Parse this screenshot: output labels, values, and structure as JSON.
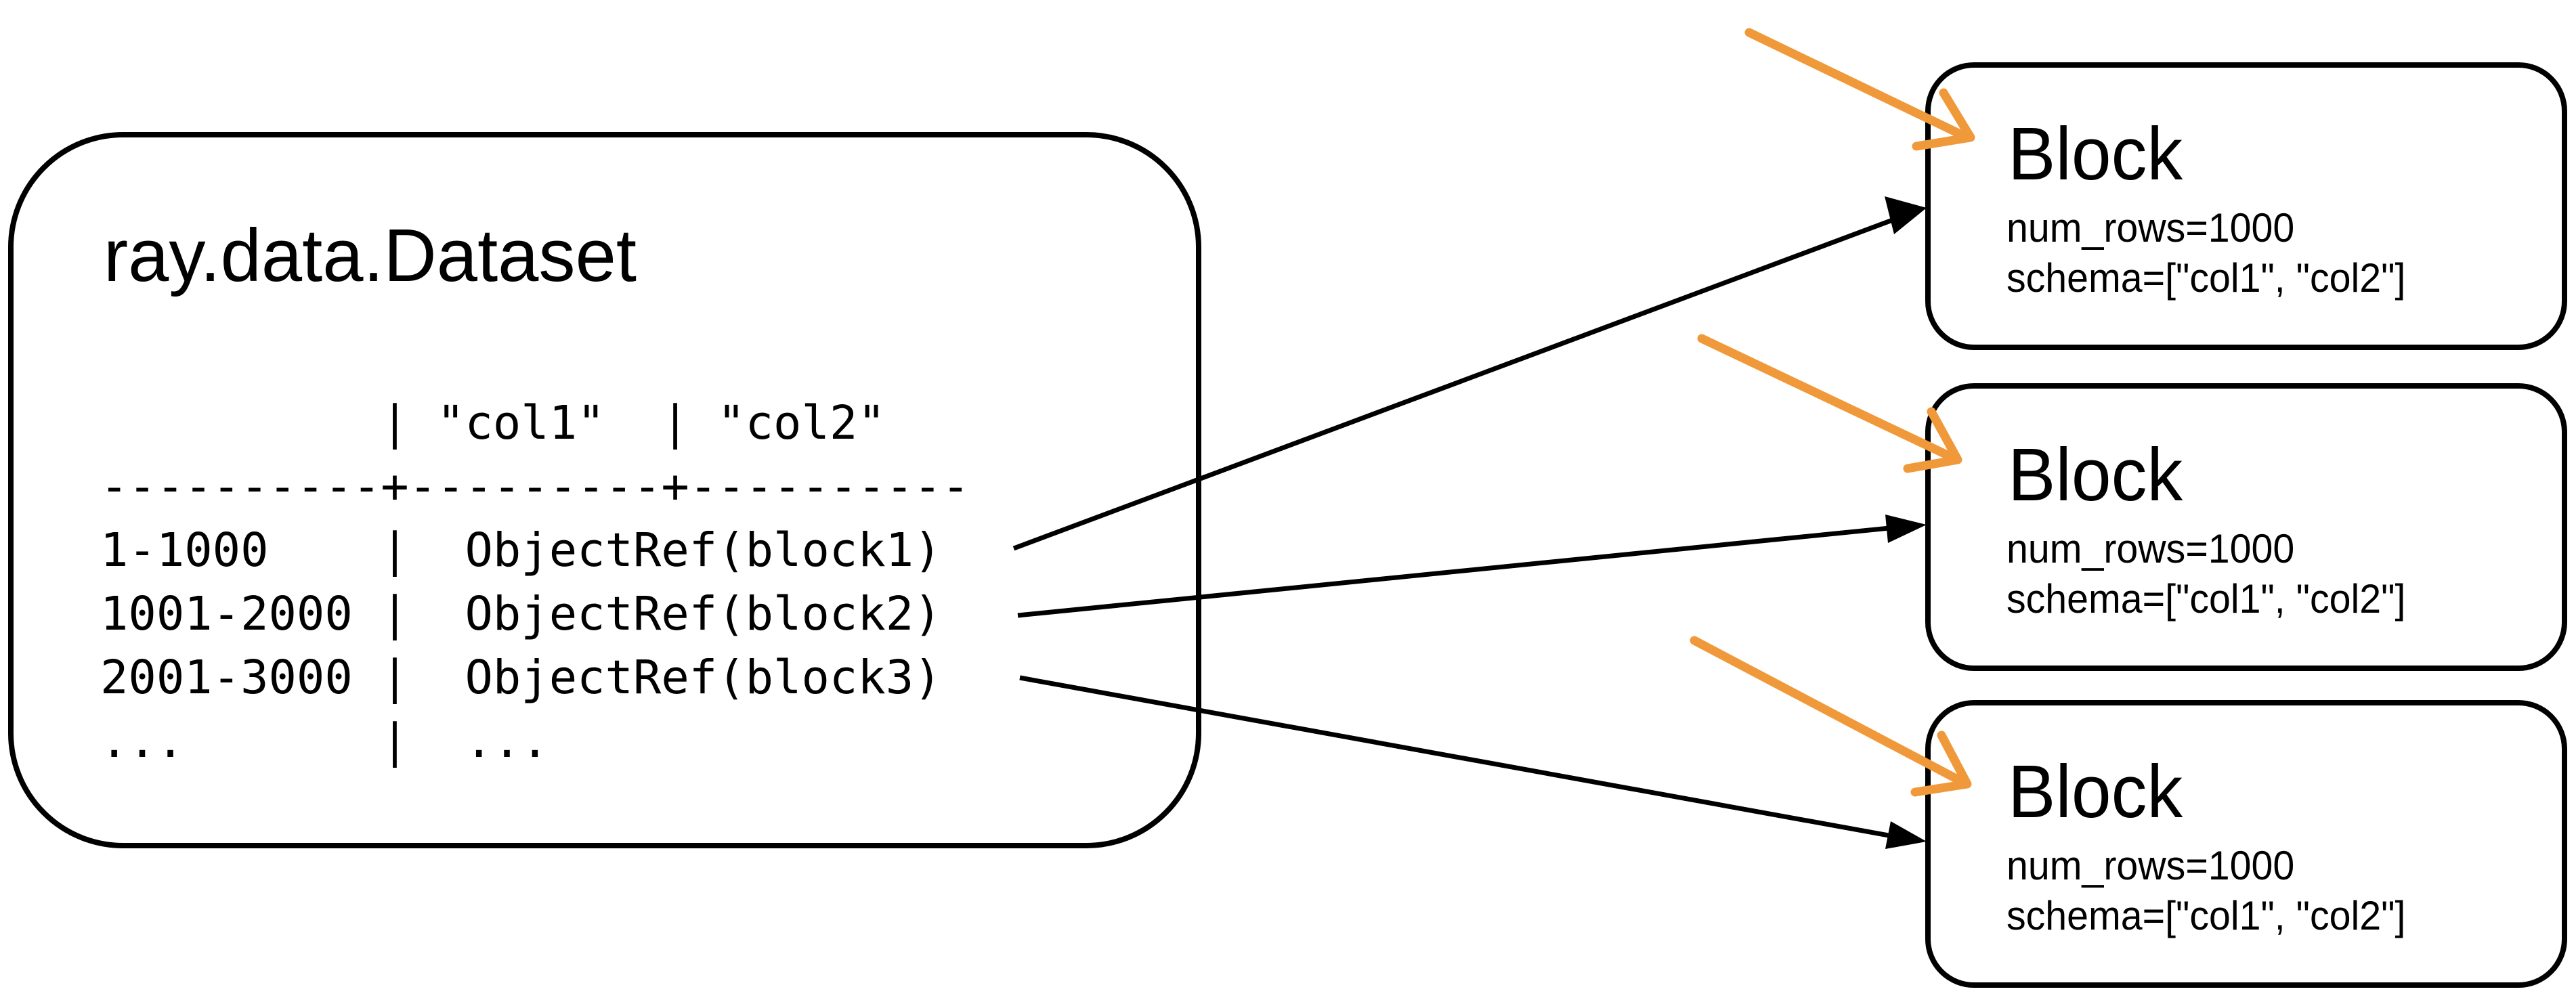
{
  "diagram": {
    "dataset": {
      "title": "ray.data.Dataset",
      "table_lines": [
        "          | \"col1\"  | \"col2\"",
        "----------+---------+----------",
        "1-1000    |  ObjectRef(block1)",
        "1001-2000 |  ObjectRef(block2)",
        "2001-3000 |  ObjectRef(block3)",
        "...       |  ..."
      ],
      "columns": [
        "\"col1\"",
        "\"col2\""
      ],
      "rows": [
        {
          "range": "1-1000",
          "ref": "ObjectRef(block1)"
        },
        {
          "range": "1001-2000",
          "ref": "ObjectRef(block2)"
        },
        {
          "range": "2001-3000",
          "ref": "ObjectRef(block3)"
        },
        {
          "range": "...",
          "ref": "..."
        }
      ]
    },
    "blocks": [
      {
        "title": "Block",
        "num_rows": "num_rows=1000",
        "schema": "schema=[\"col1\", \"col2\"]"
      },
      {
        "title": "Block",
        "num_rows": "num_rows=1000",
        "schema": "schema=[\"col1\", \"col2\"]"
      },
      {
        "title": "Block",
        "num_rows": "num_rows=1000",
        "schema": "schema=[\"col1\", \"col2\"]"
      }
    ],
    "edges": [
      {
        "from": "ObjectRef(block1)",
        "to": "block-1",
        "color": "#000000"
      },
      {
        "from": "ObjectRef(block2)",
        "to": "block-2",
        "color": "#000000"
      },
      {
        "from": "ObjectRef(block3)",
        "to": "block-3",
        "color": "#000000"
      }
    ],
    "incoming_arrows": [
      {
        "to": "block-1",
        "color": "#F0993A"
      },
      {
        "to": "block-2",
        "color": "#F0993A"
      },
      {
        "to": "block-3",
        "color": "#F0993A"
      }
    ]
  }
}
